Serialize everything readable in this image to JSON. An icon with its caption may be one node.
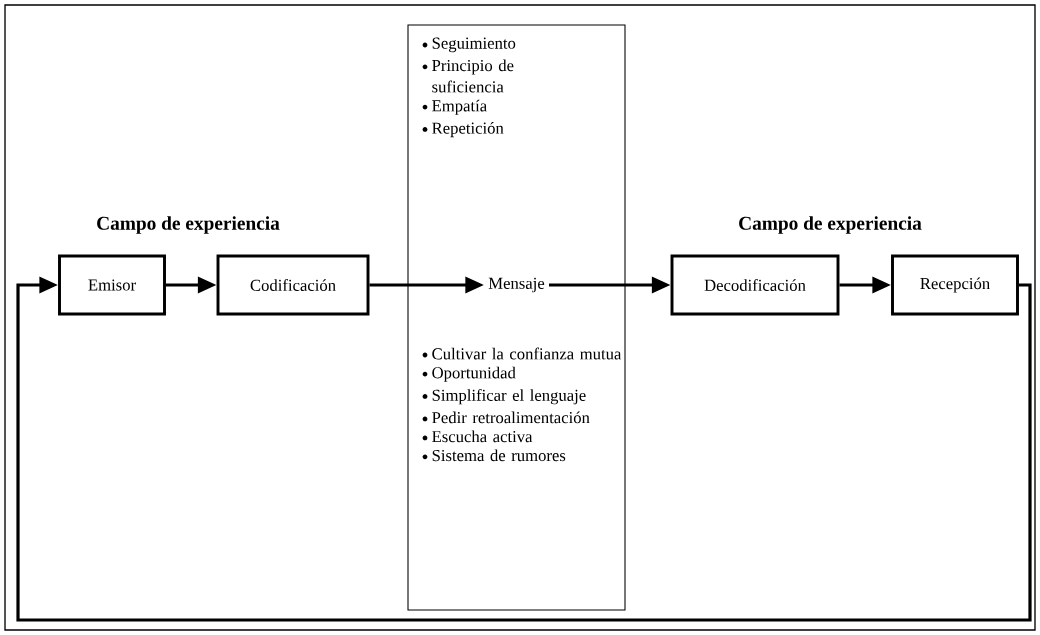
{
  "diagram": {
    "nodes": [
      {
        "text": [
          "Emisor"
        ]
      },
      {
        "text": [
          "Codificación"
        ]
      },
      {
        "text": [
          "Seguimiento",
          "Principio de suficiencia",
          "Empatía",
          "Repetición",
          "Cultivar la confianza mutua",
          "Oportunidad",
          "Simplificar el lenguaje",
          "Pedir retroalimentación",
          "Escucha activa",
          "Sistema de rumores"
        ]
      },
      {
        "text": [
          "Mensaje"
        ],
        "in": 2
      },
      {
        "text": [
          "Decodificación"
        ]
      },
      {
        "text": [
          "Recepción"
        ]
      }
    ],
    "edges": [
      {
        "from": 0,
        "to": 1,
        "arrow": "to"
      },
      {
        "from": 1,
        "to": 3,
        "arrow": "to"
      },
      {
        "from": 3,
        "to": 4,
        "arrow": "to"
      },
      {
        "from": 4,
        "to": 5,
        "arrow": "to"
      },
      {
        "from": 5,
        "to": 0,
        "arrow": "to"
      }
    ],
    "labels": [
      "Campo de experiencia",
      "Campo de experiencia"
    ]
  }
}
